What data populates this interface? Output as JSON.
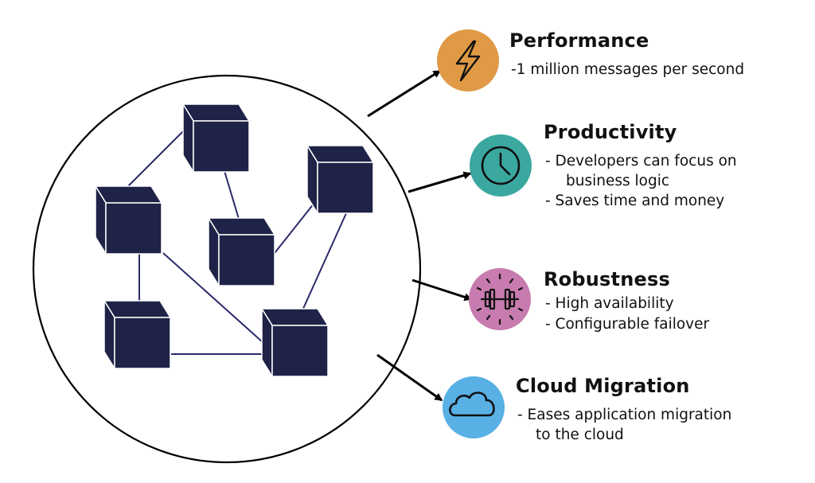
{
  "benefits": [
    {
      "title": "Performance",
      "icon": "lightning-bolt-icon",
      "color": "#E09A45",
      "lines": [
        "-1 million messages per second"
      ]
    },
    {
      "title": "Productivity",
      "icon": "clock-icon",
      "color": "#3BA8A0",
      "lines": [
        "-  Developers can focus on",
        "business logic",
        "-  Saves time and money"
      ]
    },
    {
      "title": "Robustness",
      "icon": "dumbbell-icon",
      "color": "#C77BAE",
      "lines": [
        "-  High availability",
        "-  Configurable failover"
      ]
    },
    {
      "title": "Cloud Migration",
      "icon": "cloud-icon",
      "color": "#58B0E5",
      "lines": [
        "-  Eases application migration",
        "to the cloud"
      ]
    }
  ],
  "colors": {
    "cube": "#1F2347",
    "connector": "#2A2A6A",
    "arrow": "#000000"
  }
}
